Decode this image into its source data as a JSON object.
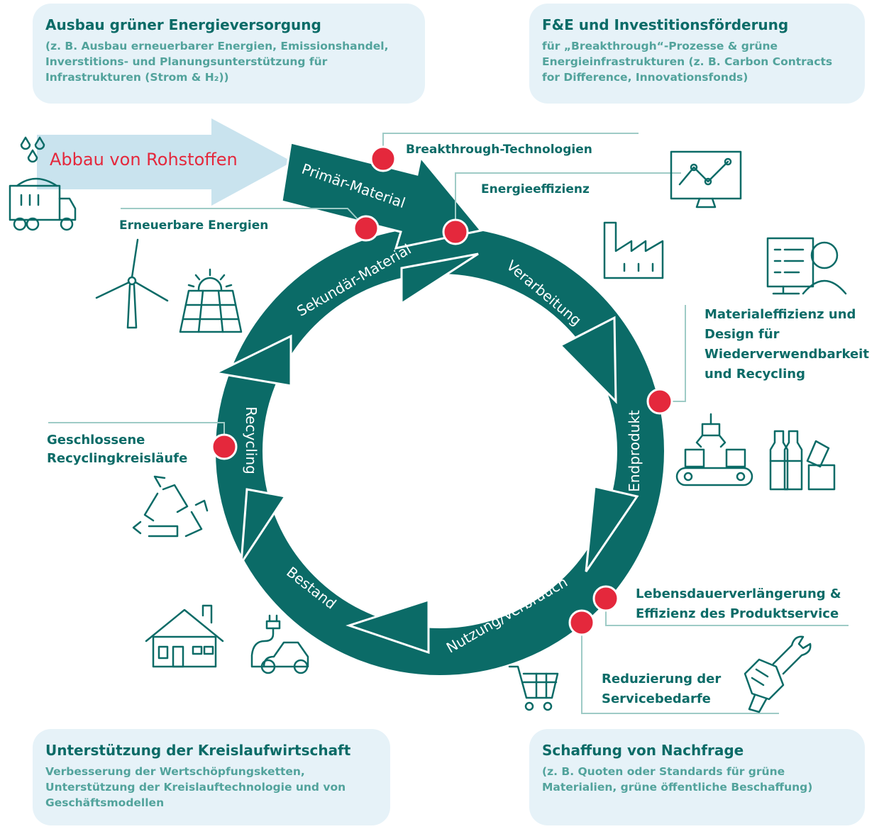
{
  "boxes": {
    "top_left": {
      "title": "Ausbau grüner Energieversorgung",
      "text": "(z. B. Ausbau erneuerbarer Energien, Emissionshandel, Inverstitions- und Planungsunterstützung für Infrastrukturen (Strom & H₂))"
    },
    "top_right": {
      "title": "F&E und Investitionsförderung",
      "text": "für „Breakthrough“-Prozesse & grüne Energieinfrastrukturen (z. B. Carbon Contracts for Difference, Innovationsfonds)"
    },
    "bottom_left": {
      "title": "Unterstützung der Kreislaufwirtschaft",
      "text": "Verbesserung der Wertschöpfungsketten, Unterstützung der Kreislauftechnologie und von Geschäftsmodellen"
    },
    "bottom_right": {
      "title": "Schaffung von Nachfrage",
      "text": "(z. B. Quoten oder Standards für grüne Materialien, grüne öffentliche Beschaffung)"
    }
  },
  "extraction": "Abbau von Rohstoffen",
  "ring": {
    "primaer": "Primär-Material",
    "sekundaer": "Sekundär-Material",
    "verarbeitung": "Verarbeitung",
    "endprodukt": "Endprodukt",
    "nutzung": "Nutzung/Verbrauch",
    "bestand": "Bestand",
    "recycling": "Recycling"
  },
  "measures": {
    "breakthrough": "Breakthrough-Technologien",
    "energieeffizienz": "Energieeffizienz",
    "erneuerbare": "Erneuerbare Energien",
    "materialeffizienz": "Materialeffizienz und Design für Wiederverwendbarkeit und Recycling",
    "geschlossene": "Geschlossene Recyclingkreisläufe",
    "lebensdauer": "Lebensdauerverlängerung & Effizienz des Produktservice",
    "reduzierung": "Reduzierung der Servicebedarfe"
  },
  "colors": {
    "teal": "#0b6b67",
    "light_teal": "#52a39c",
    "box_bg": "#e6f2f8",
    "arrow_bg": "#c9e3ee",
    "dot": "#e4283c",
    "red_text": "#e4283c"
  }
}
